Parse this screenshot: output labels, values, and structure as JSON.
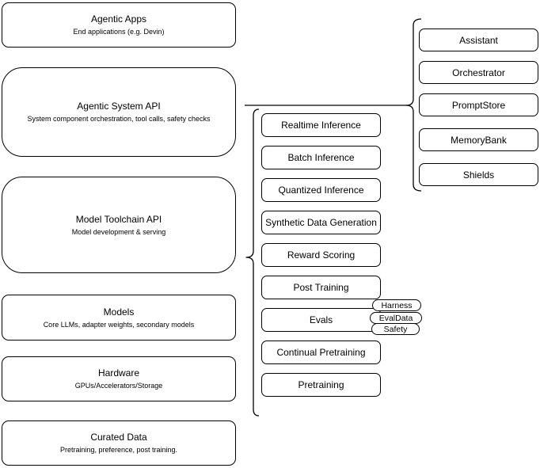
{
  "canvas": {
    "background": "#ffffff",
    "stroke_color": "#000000",
    "text_color": "#000000"
  },
  "left_column": {
    "boxes": [
      {
        "title": "Agentic Apps",
        "subtitle": "End applications (e.g. Devin)"
      },
      {
        "title": "Agentic System API",
        "subtitle": "System component orchestration, tool calls, safety checks"
      },
      {
        "title": "Model Toolchain API",
        "subtitle": "Model development & serving"
      },
      {
        "title": "Models",
        "subtitle": "Core LLMs, adapter weights, secondary models"
      },
      {
        "title": "Hardware",
        "subtitle": "GPUs/Accelerators/Storage"
      },
      {
        "title": "Curated Data",
        "subtitle": "Pretraining, preference, post training."
      }
    ]
  },
  "middle_column": {
    "nodes": [
      {
        "label": "Realtime Inference"
      },
      {
        "label": "Batch Inference"
      },
      {
        "label": "Quantized Inference"
      },
      {
        "label": "Synthetic Data Generation"
      },
      {
        "label": "Reward Scoring"
      },
      {
        "label": "Post Training"
      },
      {
        "label": "Evals"
      },
      {
        "label": "Continual Pretraining"
      },
      {
        "label": "Pretraining"
      }
    ],
    "evals_tags": [
      {
        "label": "Harness"
      },
      {
        "label": "EvalData"
      },
      {
        "label": "Safety"
      }
    ]
  },
  "right_column": {
    "nodes": [
      {
        "label": "Assistant"
      },
      {
        "label": "Orchestrator"
      },
      {
        "label": "PromptStore"
      },
      {
        "label": "MemoryBank"
      },
      {
        "label": "Shields"
      }
    ]
  }
}
